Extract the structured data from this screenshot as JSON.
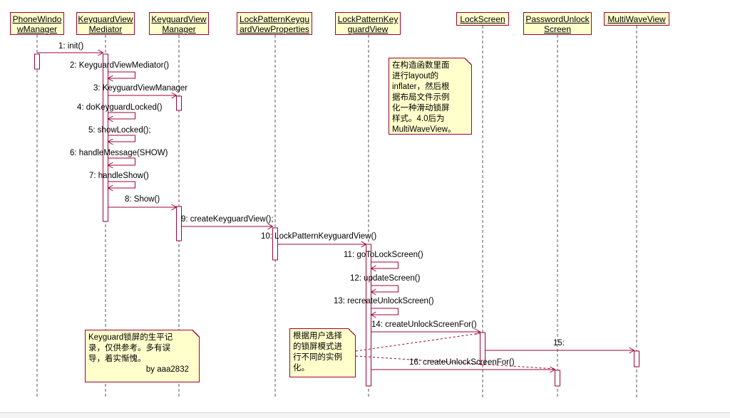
{
  "participants": [
    {
      "id": "p1",
      "line1": "PhoneWindo",
      "line2": "wManager"
    },
    {
      "id": "p2",
      "line1": "KeyguardView",
      "line2": "Mediator"
    },
    {
      "id": "p3",
      "line1": "KeyguardView",
      "line2": "Manager"
    },
    {
      "id": "p4",
      "line1": "LockPatternKeygu",
      "line2": "ardViewProperties"
    },
    {
      "id": "p5",
      "line1": "LockPatternKey",
      "line2": "guardView"
    },
    {
      "id": "p6",
      "line1": "LockScreen",
      "line2": ""
    },
    {
      "id": "p7",
      "line1": "PasswordUnlock",
      "line2": "Screen"
    },
    {
      "id": "p8",
      "line1": "MultiWaveView",
      "line2": ""
    }
  ],
  "messages": [
    {
      "label": "1: init()",
      "from": "p1",
      "to": "p2"
    },
    {
      "label": "2: KeyguardViewMediator()",
      "from": "p2",
      "to": "p2"
    },
    {
      "label": "3: KeyguardViewManager",
      "from": "p2",
      "to": "p3"
    },
    {
      "label": "4: doKeyguardLocked()",
      "from": "p2",
      "to": "p2"
    },
    {
      "label": "5: showLocked();",
      "from": "p2",
      "to": "p2"
    },
    {
      "label": "6: handleMessage(SHOW)",
      "from": "p2",
      "to": "p2"
    },
    {
      "label": "7: handleShow()",
      "from": "p2",
      "to": "p2"
    },
    {
      "label": "8: Show()",
      "from": "p2",
      "to": "p3"
    },
    {
      "label": "9: createKeyguardView();",
      "from": "p3",
      "to": "p4"
    },
    {
      "label": "10: LockPatternKeyguardView()",
      "from": "p4",
      "to": "p5"
    },
    {
      "label": "11: goToLockScreen()",
      "from": "p5",
      "to": "p5"
    },
    {
      "label": "12: updateScreen()",
      "from": "p5",
      "to": "p5"
    },
    {
      "label": "13: recreateUnlockScreen()",
      "from": "p5",
      "to": "p5"
    },
    {
      "label": "14: createUnlockScreenFor()",
      "from": "p5",
      "to": "p6"
    },
    {
      "label": "15:",
      "from": "p6",
      "to": "p8"
    },
    {
      "label": "16: createUnlockScreenFor()",
      "from": "p5",
      "to": "p7"
    }
  ],
  "notes": {
    "layout_note": [
      "在构造函数里面",
      "进行layout的",
      "inflater，然后根",
      "据布局文件示例",
      "化一种滑动锁屏",
      "样式。4.0后为",
      "MultiWaveView。"
    ],
    "author_note": [
      "Keyguard锁屏的生平记",
      "录，仅供参考。多有误",
      "导，着实惭愧。"
    ],
    "author_signature": "by aaa2832",
    "instance_note": [
      "根据用户选择",
      "的锁屏模式进",
      "行不同的实例",
      "化。"
    ]
  },
  "colors": {
    "line": "#a0003a",
    "fill": "#ffffcc",
    "dash": "#a0003a"
  }
}
